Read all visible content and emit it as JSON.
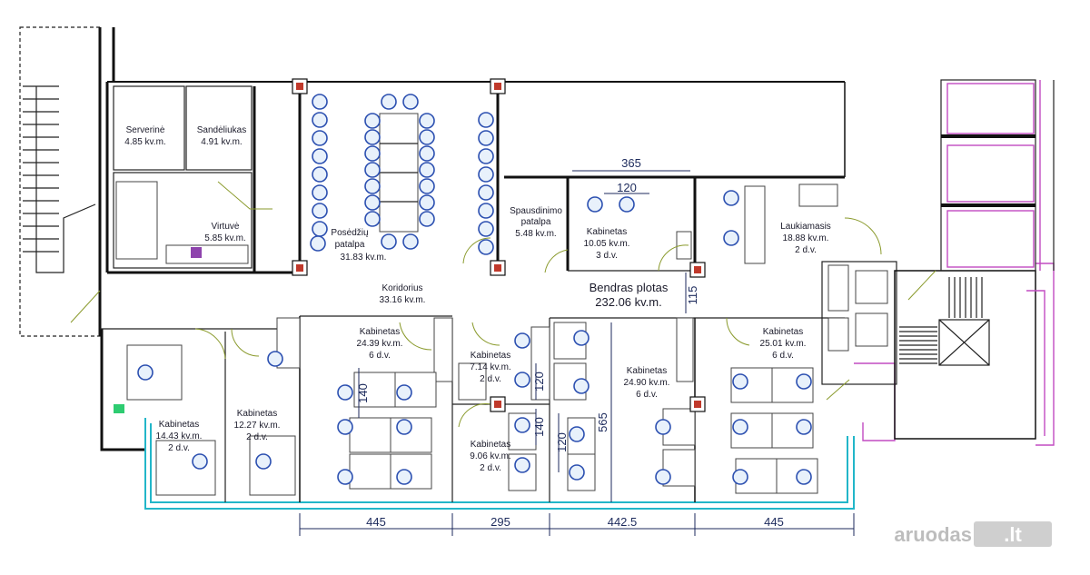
{
  "rooms": {
    "serverine": {
      "name": "Serverinė",
      "area": "4.85 kv.m."
    },
    "sandeliukas": {
      "name": "Sandėliukas",
      "area": "4.91 kv.m."
    },
    "virtuve": {
      "name": "Virtuvė",
      "area": "5.85 kv.m."
    },
    "posedziu": {
      "name_line1": "Posėdžių",
      "name_line2": "patalpa",
      "area": "31.83 kv.m."
    },
    "spausdinimo": {
      "name_line1": "Spausdinimo",
      "name_line2": "patalpa",
      "area": "5.48 kv.m."
    },
    "kab_top": {
      "name": "Kabinetas",
      "area": "10.05 kv.m.",
      "workplaces": "3 d.v."
    },
    "laukiamasis": {
      "name": "Laukiamasis",
      "area": "18.88 kv.m.",
      "workplaces": "2 d.v."
    },
    "koridorius": {
      "name": "Koridorius",
      "area": "33.16 kv.m."
    },
    "bendras": {
      "name": "Bendras plotas",
      "area": "232.06 kv.m."
    },
    "kab_1443": {
      "name": "Kabinetas",
      "area": "14.43 kv.m.",
      "workplaces": "2 d.v."
    },
    "kab_1227": {
      "name": "Kabinetas",
      "area": "12.27 kv.m.",
      "workplaces": "2 d.v."
    },
    "kab_2439": {
      "name": "Kabinetas",
      "area": "24.39 kv.m.",
      "workplaces": "6 d.v."
    },
    "kab_714": {
      "name": "Kabinetas",
      "area": "7.14 kv.m.",
      "workplaces": "2 d.v."
    },
    "kab_906": {
      "name": "Kabinetas",
      "area": "9.06 kv.m.",
      "workplaces": "2 d.v."
    },
    "kab_2490": {
      "name": "Kabinetas",
      "area": "24.90 kv.m.",
      "workplaces": "6 d.v."
    },
    "kab_2501": {
      "name": "Kabinetas",
      "area": "25.01 kv.m.",
      "workplaces": "6 d.v."
    }
  },
  "dimensions": {
    "d365": "365",
    "d120_top": "120",
    "d115": "115",
    "d140_left": "140",
    "d120_mid": "120",
    "d140_mid": "140",
    "d120_low": "120",
    "d565": "565",
    "bottom": [
      "445",
      "295",
      "442.5",
      "445"
    ]
  },
  "watermark": {
    "brand": "aruodas",
    "tld": ".lt"
  },
  "colors": {
    "walls": "#111111",
    "glazing": "#22b6c9",
    "chairs": "#2b4fb0",
    "stairs_outline": "#c24bc2",
    "dimension_text": "#1c2a5c"
  }
}
